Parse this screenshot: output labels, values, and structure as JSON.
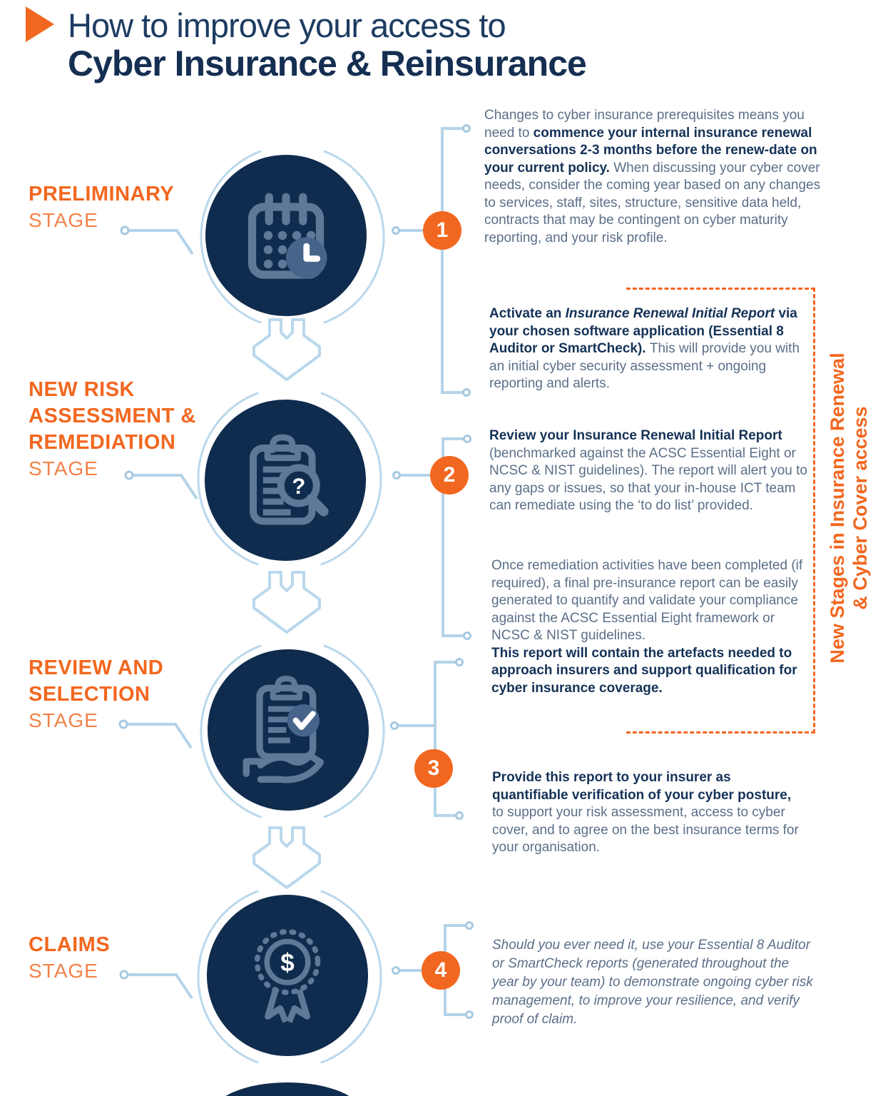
{
  "header": {
    "title_line1": "How to improve your access to",
    "title_line2": "Cyber Insurance & Reinsurance"
  },
  "stages": [
    {
      "label_lines": [
        "PRELIMINARY"
      ],
      "sublabel": "STAGE",
      "number": "1",
      "icon": "calendar-clock-icon"
    },
    {
      "label_lines": [
        "NEW RISK",
        "ASSESSMENT &",
        "REMEDIATION"
      ],
      "sublabel": "STAGE",
      "number": "2",
      "icon": "clipboard-magnifier-question-icon"
    },
    {
      "label_lines": [
        "REVIEW AND",
        "SELECTION"
      ],
      "sublabel": "STAGE",
      "number": "3",
      "icon": "clipboard-check-hand-icon"
    },
    {
      "label_lines": [
        "CLAIMS"
      ],
      "sublabel": "STAGE",
      "number": "4",
      "icon": "award-ribbon-dollar-icon"
    }
  ],
  "paragraphs": {
    "p1": [
      {
        "t": "Changes to cyber insurance prerequisites means you need to ",
        "s": "r"
      },
      {
        "t": "commence your internal insurance renewal conversations 2-3 months before the renew-date on your current policy.",
        "s": "b"
      },
      {
        "t": " When discussing your cyber cover needs, consider the coming year based on any changes to services, staff, sites, structure, sensitive data held, contracts that may be contingent on cyber maturity reporting, and your risk profile.",
        "s": "r"
      }
    ],
    "p2": [
      {
        "t": "Activate an ",
        "s": "b"
      },
      {
        "t": "Insurance Renewal Initial Report",
        "s": "bi"
      },
      {
        "t": " via your chosen software application (Essential 8 Auditor or SmartCheck). ",
        "s": "b"
      },
      {
        "t": "This will provide you with an initial cyber security assessment + ongoing reporting and alerts.",
        "s": "r"
      }
    ],
    "p3": [
      {
        "t": "Review your Insurance Renewal Initial Report",
        "s": "b"
      },
      {
        "t": " (benchmarked against the ACSC Essential Eight or NCSC & NIST guidelines). The report will alert you to any gaps or issues, so that your in-house ICT team can remediate using the ‘to do list’ provided.",
        "s": "r"
      }
    ],
    "p4": [
      {
        "t": "Once remediation activities have been completed (if required), a final pre-insurance report can be easily generated to quantify and validate your compliance against the ACSC Essential Eight framework or NCSC & NIST guidelines.",
        "s": "r"
      },
      {
        "t": "This report will contain the artefacts needed to approach insurers and support qualification for cyber insurance coverage.",
        "s": "bb"
      }
    ],
    "p5": [
      {
        "t": "Provide this report to your insurer as quantifiable verification of your cyber posture,",
        "s": "b"
      },
      {
        "t": " to support your risk assessment, access to cyber cover, and to agree on the best insurance terms for your organisation.",
        "s": "r"
      }
    ],
    "p6": [
      {
        "t": "Should you ever need it, use your Essential 8 Auditor or SmartCheck reports (generated throughout the year by your team) to demonstrate ongoing cyber risk management, to improve your resilience, and verify proof of claim.",
        "s": "i"
      }
    ]
  },
  "side_note": {
    "line1": "New Stages in Insurance Renewal",
    "line2": "& Cyber Cover access"
  },
  "colors": {
    "orange": "#F2671F",
    "navy": "#0F2C4E",
    "title_navy": "#152F52",
    "body_gray": "#5B6F88",
    "light_blue": "#B5D3E8"
  }
}
